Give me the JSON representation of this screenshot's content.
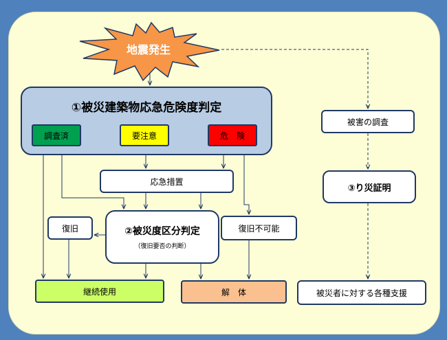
{
  "start_event": "地震発生",
  "section1": {
    "title": "①被災建築物応急危険度判定"
  },
  "statuses": {
    "inspected": "調査済",
    "caution": "要注意",
    "danger": "危　険"
  },
  "emergency_measures": "応急措置",
  "section2": {
    "title": "②被災度区分判定",
    "subtitle": "（復旧要否の判断）"
  },
  "restore": "復旧",
  "unrestorable": "復旧不可能",
  "continue_use": "継続使用",
  "demolition": "解　体",
  "damage_survey": "被害の調査",
  "certificate": "③り災証明",
  "support": "被災者に対する各種支援",
  "colors": {
    "background": "#4f81bd",
    "panel": "#fefed6",
    "section1_fill": "#b8cce4",
    "inspected": "#00a050",
    "caution": "#ffff00",
    "danger": "#ff0000",
    "continue_use": "#ccff66",
    "demolition": "#fac08f",
    "burst": "#f79646"
  }
}
